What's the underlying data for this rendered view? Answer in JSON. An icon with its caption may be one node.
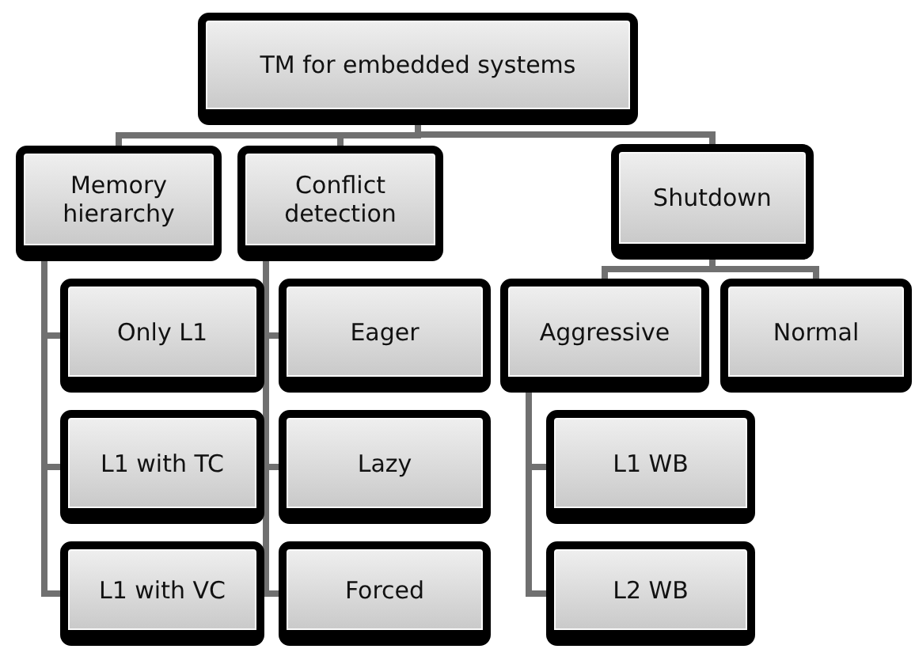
{
  "diagram": {
    "nodes": [
      {
        "text": [
          "TM for embedded systems"
        ]
      },
      {
        "text": [
          "Memory hierarchy"
        ]
      },
      {
        "text": [
          "Conflict detection"
        ]
      },
      {
        "text": [
          "Shutdown"
        ]
      },
      {
        "text": [
          "Only L1"
        ]
      },
      {
        "text": [
          "L1 with TC"
        ]
      },
      {
        "text": [
          "L1 with VC"
        ]
      },
      {
        "text": [
          "Eager"
        ]
      },
      {
        "text": [
          "Lazy"
        ]
      },
      {
        "text": [
          "Forced"
        ]
      },
      {
        "text": [
          "Aggressive"
        ]
      },
      {
        "text": [
          "Normal"
        ]
      },
      {
        "text": [
          "L1 WB"
        ]
      },
      {
        "text": [
          "L2 WB"
        ]
      }
    ],
    "edges": [
      {
        "from": 0,
        "to": 1,
        "arrow": "none"
      },
      {
        "from": 0,
        "to": 2,
        "arrow": "none"
      },
      {
        "from": 0,
        "to": 3,
        "arrow": "none"
      },
      {
        "from": 1,
        "to": 4,
        "arrow": "none"
      },
      {
        "from": 1,
        "to": 5,
        "arrow": "none"
      },
      {
        "from": 1,
        "to": 6,
        "arrow": "none"
      },
      {
        "from": 2,
        "to": 7,
        "arrow": "none"
      },
      {
        "from": 2,
        "to": 8,
        "arrow": "none"
      },
      {
        "from": 2,
        "to": 9,
        "arrow": "none"
      },
      {
        "from": 3,
        "to": 10,
        "arrow": "none"
      },
      {
        "from": 3,
        "to": 11,
        "arrow": "none"
      },
      {
        "from": 10,
        "to": 12,
        "arrow": "none"
      },
      {
        "from": 10,
        "to": 13,
        "arrow": "none"
      }
    ]
  }
}
